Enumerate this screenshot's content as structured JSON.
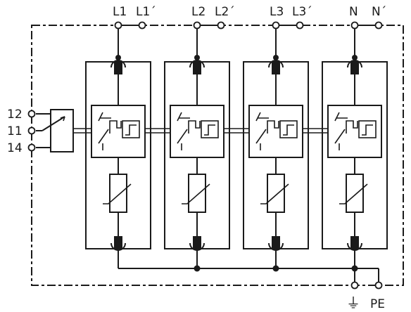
{
  "terminals_top": [
    {
      "line": "L1",
      "prime": "L1´"
    },
    {
      "line": "L2",
      "prime": "L2´"
    },
    {
      "line": "L3",
      "prime": "L3´"
    },
    {
      "line": "N",
      "prime": "N´"
    }
  ],
  "contact_labels": [
    "12",
    "11",
    "14"
  ],
  "earth": {
    "symbol": "⏚",
    "pe_label": "PE"
  }
}
